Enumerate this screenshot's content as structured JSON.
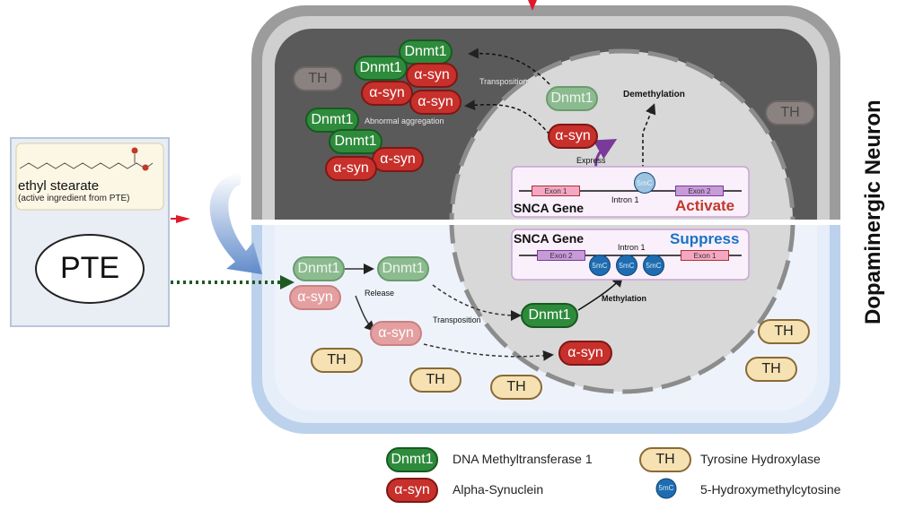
{
  "side_title": "Dopaminergic Neuron",
  "ingredient": {
    "name": "ethyl stearate",
    "note": "(active ingredient from PTE)"
  },
  "pte_label": "PTE",
  "top": {
    "dnmt1": "Dnmt1",
    "asyn": "α-syn",
    "th": "TH",
    "transposition": "Transposition",
    "abnormal": "Abnormal aggregation",
    "demethylation": "Demethylation",
    "express": "Express",
    "gene_label": "SNCA Gene",
    "state": "Activate",
    "exon1": "Exon 1",
    "exon2": "Exon 2",
    "intron": "Intron 1",
    "mark": "5mC"
  },
  "bottom": {
    "dnmt1": "Dnmt1",
    "asyn": "α-syn",
    "th": "TH",
    "release": "Release",
    "transposition": "Transposition",
    "methylation": "Methylation",
    "gene_label": "SNCA Gene",
    "state": "Suppress",
    "exon1": "Exon 1",
    "exon2": "Exon 2",
    "intron": "Intron 1",
    "mark": "5mC"
  },
  "legend": [
    {
      "badge": "Dnmt1",
      "text": "DNA Methyltransferase 1"
    },
    {
      "badge": "TH",
      "text": "Tyrosine Hydroxylase"
    },
    {
      "badge": "α-syn",
      "text": "Alpha-Synuclein"
    },
    {
      "badge": "5mC",
      "text": "5-Hydroxymethylcytosine"
    }
  ],
  "colors": {
    "dnmt1": "#2e8b3c",
    "asyn": "#c7302b",
    "th": "#f6e1b2",
    "mark": "#1f6db0",
    "activate": "#c0392b",
    "suppress": "#1a73c6"
  }
}
